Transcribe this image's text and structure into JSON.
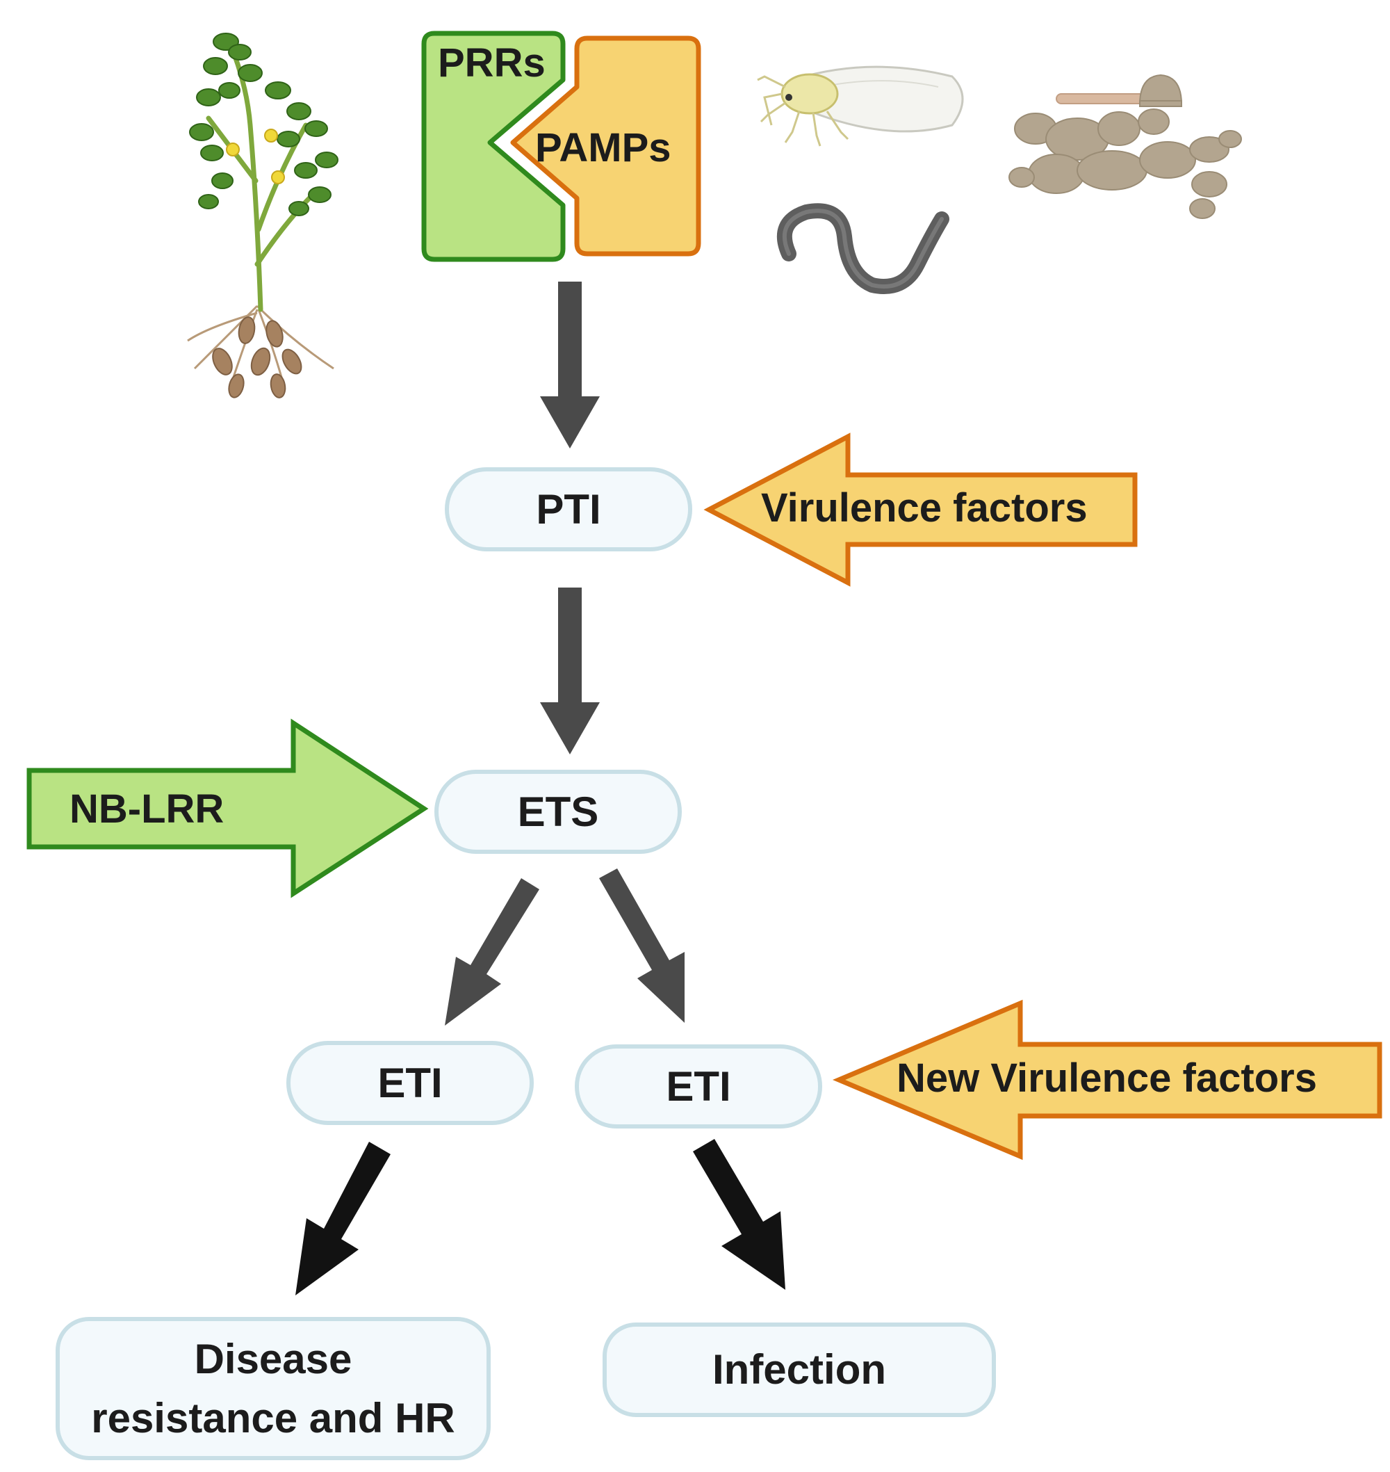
{
  "receptor": {
    "prr_label": "PRRs",
    "pamp_label": "PAMPs"
  },
  "nodes": {
    "pti": "PTI",
    "ets": "ETS",
    "eti_left": "ETI",
    "eti_right": "ETI",
    "outcome_resistance_line1": "Disease",
    "outcome_resistance_line2": "resistance and HR",
    "outcome_infection": "Infection"
  },
  "side_arrows": {
    "virulence": "Virulence factors",
    "nb_lrr": "NB-LRR",
    "new_virulence": "New Virulence factors"
  },
  "colors": {
    "green_fill": "#b9e383",
    "green_stroke": "#2f8a1d",
    "orange_fill": "#f7d372",
    "orange_stroke": "#d9700f",
    "node_fill": "#f3f9fc",
    "node_stroke": "#c8dfe6",
    "arrow_dark": "#4a4a4a",
    "arrow_black": "#121212"
  },
  "illustrations": [
    "peanut-plant-icon",
    "whitefly-icon",
    "nematode-icon",
    "fungus-icon"
  ]
}
